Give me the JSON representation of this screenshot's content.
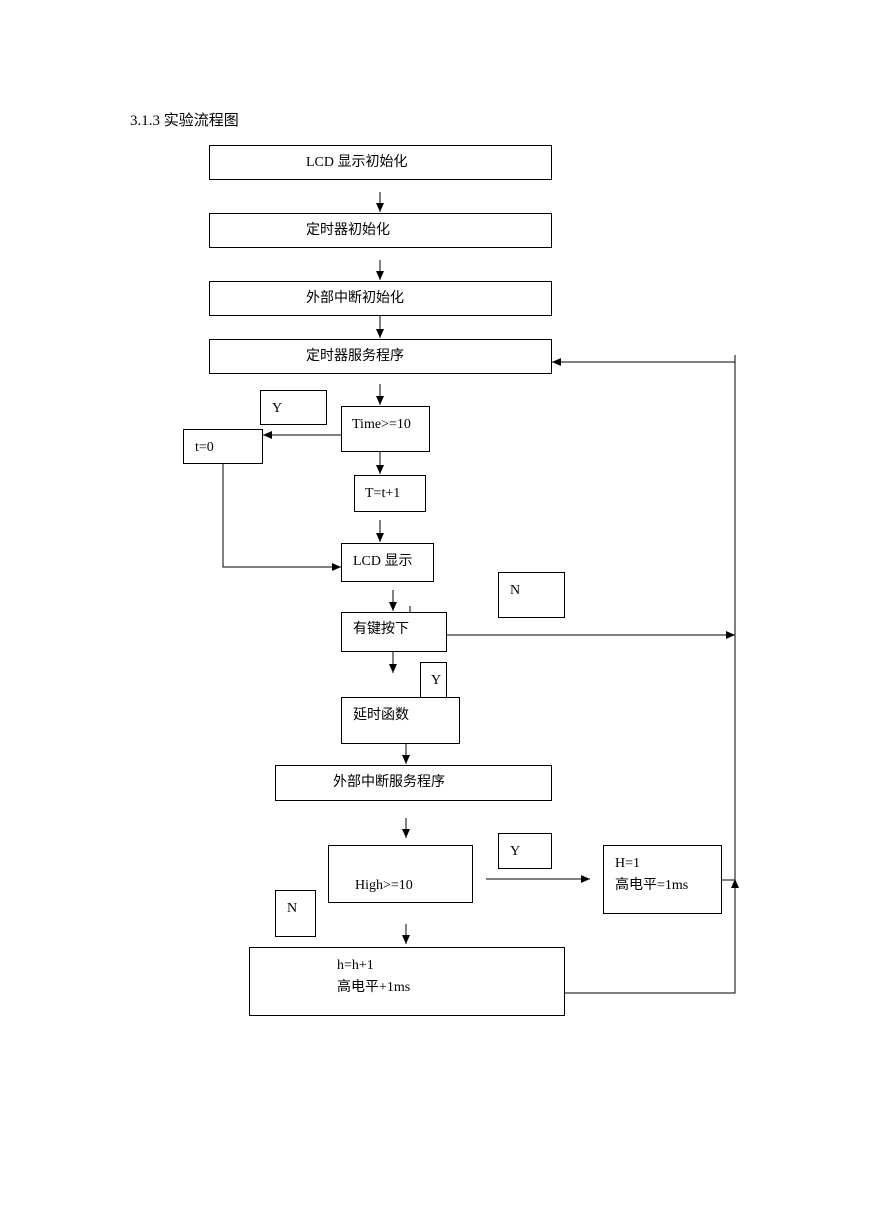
{
  "heading": "3.1.3 实验流程图",
  "nodes": {
    "lcd_init": "LCD 显示初始化",
    "timer_init": "定时器初始化",
    "ext_int_init": "外部中断初始化",
    "timer_service": "定时器服务程序",
    "time_check": "Time>=10",
    "reset_t": "t=0",
    "t_increment": "T=t+1",
    "lcd_display": "LCD 显示",
    "key_pressed": "有键按下",
    "delay_func": "延时函数",
    "ext_int_service": "外部中断服务程序",
    "high_check": "High>=10",
    "h_set_line1": "H=1",
    "h_set_line2": "高电平=1ms",
    "h_inc_line1": "h=h+1",
    "h_inc_line2": "高电平+1ms"
  },
  "labels": {
    "time_yes": "Y",
    "key_no": "N",
    "key_yes": "Y",
    "high_yes": "Y",
    "high_no": "N"
  }
}
